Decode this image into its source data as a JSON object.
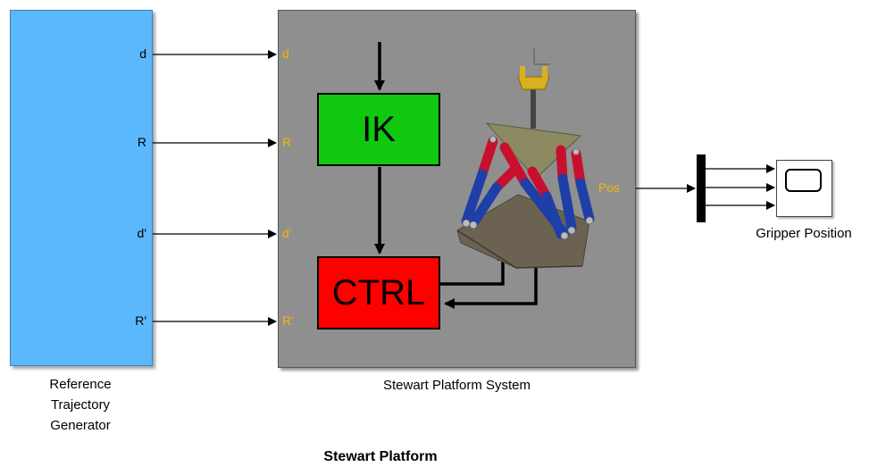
{
  "title": "Stewart Platform",
  "reference_block": {
    "caption_lines": [
      "Reference",
      "Trajectory",
      "Generator"
    ],
    "outputs": [
      "d",
      "R",
      "d'",
      "R'"
    ],
    "color": "#5bb8fd"
  },
  "system_block": {
    "caption": "Stewart Platform System",
    "inputs": [
      "d",
      "R",
      "d'",
      "R'"
    ],
    "output": "Pos",
    "port_color": "#f0b800",
    "ik_label": "IK",
    "ctrl_label": "CTRL",
    "ik_color": "#10c80f",
    "ctrl_color": "#ff0000"
  },
  "scope_block": {
    "caption": "Gripper Position",
    "icon": "scope-icon"
  },
  "mux_block": {
    "icon": "mux-bar",
    "signals": 3
  },
  "platform_image": {
    "icon": "stewart-platform-3d-icon"
  }
}
